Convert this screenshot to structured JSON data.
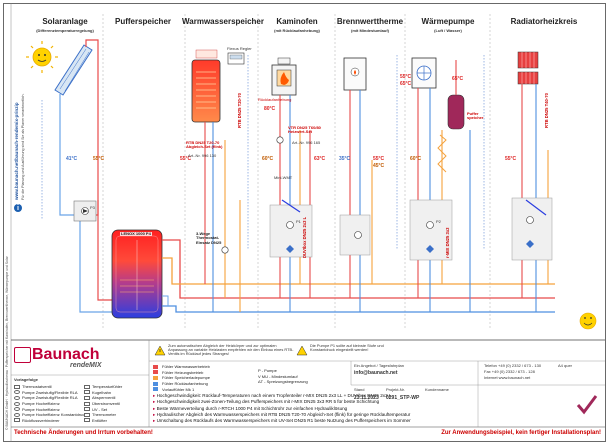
{
  "columns": [
    {
      "title": "Solaranlage",
      "subtitle": "(Differenztemperaturregelung)"
    },
    {
      "title": "Pufferspeicher",
      "subtitle": ""
    },
    {
      "title": "Warmwasserspeicher",
      "subtitle": ""
    },
    {
      "title": "Kaminofen",
      "subtitle": "(mit Rücklaufanhebung)"
    },
    {
      "title": "Brennwerttherme",
      "subtitle": "(mit Mindestumlauf)"
    },
    {
      "title": "Wärmepumpe",
      "subtitle": "(Luft / Wasser)"
    },
    {
      "title": "Radiatorheizkreis",
      "subtitle": ""
    }
  ],
  "website": "www.baunach.net/baunach-rendemix-prinzip",
  "vertical_note": "Für die Planung und Ausführung sind Sie als Planer verantwortlich.",
  "temps": {
    "t41": "41°C",
    "t55a": "55°C",
    "t55b": "55°C",
    "t60": "60°C",
    "t80": "80°C",
    "t63": "63°C",
    "t55c": "55°C",
    "t45": "45°C",
    "t35": "35°C",
    "t55d": "55°C",
    "t65a": "65°C",
    "t65b": "65°C",
    "t60b": "60°C",
    "t55e": "55°C"
  },
  "components": {
    "puffer": "LENOX 1000 P4",
    "ww": "RTB DN25 T20-70 Abgleich-Set (flink)",
    "ww_art": "Art.-Nr. 996 130",
    "kamin_vtr": "VTR DN25 T60/80 Heizwert-Set",
    "kamin_art": "Art.-Nr. 996 165",
    "thermo": "3-Wege Thermostat-Einsatz DN25",
    "rtb": "RTB DN25 T40-70",
    "rtb2": "RTB DN25 T20-70",
    "buffer_small": "Puffer speicher",
    "fbh": "Fußboden heizung",
    "regler": "Flexus Regler",
    "ruecklauf": "Rücklaufanhebung",
    "mini_r": "r-MIX DN25 3x3",
    "duvi": "DUVIbox DN25 2x3 L",
    "mini_a": "Mini-WMT",
    "p1": "P1",
    "p2": "P2",
    "p3": "P3"
  },
  "brand": {
    "name": "Baunach",
    "sub": "rendeMIX"
  },
  "info": {
    "top": "Zum automatischen Abgleich der Heizkörper und zur optimalen Anpassung an variable Heizlasten empfehlen wir den Einbau eines RTB-Ventils im Rücklauf jedes Stranges!",
    "right": "Die Pumpe P1 sollte auf kleinste Stufe und Konstantdruck eingestellt werden!"
  },
  "legend_left": [
    "Fühler Warmwasserbetrieb",
    "Fühler Heizungsbetrieb",
    "Fühler Speicherladepumpe",
    "Fühler Rücklaufanhebung",
    "Vorlauffühler Mk 1"
  ],
  "legend_right": [
    "P - Pumpe",
    "V MU - Mindestumlauf",
    "ΔT - Spreizungsbegrenzung"
  ],
  "notes": [
    "Hochgeschwindigkeit: Rücklauf-Temperaturen nach einem Tropfenteiler r-MIX DN25 2x3 LL + DUVIbox DN25 2x3 L",
    "Hochgeschwindigkeit zwei-Zonen-Teilung des Pufferspeichers mit r-MIX DN25 3x3 RR 5 für beste Schichtung",
    "Beste Wärmeverteilung durch r-RTCH 1000 P4 mit Schichtrohr zur einfachen Hydrauliklösung",
    "Hydraulischer Abgleich des Warmwasserspeichers mit RTB DN25 T20-70 Abgleich-Set (flink) für geringe Rücklauftemperatur",
    "Umschaltung des Rücklaufs des Warmwasserspeichers mit UV-Set DN25 R1 beste Nutzung des Pufferspeichers im Sommer"
  ],
  "legend_bottom": [
    "Thermostatventil",
    "Pumpe Zweistufig/Flexible RLA",
    "Pumpe Zweistufig/Flexible RLA",
    "Pumpe Hocheffizienz",
    "Pumpe Hocheffizienz",
    "Pumpe Hocheffizienz Konstantdruck",
    "Rückflussverhinderer"
  ],
  "legend_bottom2": [
    "Temperaturfühler",
    "Kugelhahn",
    "Absperrventil",
    "Überstromventil",
    "UV - Set",
    "Thermometer",
    "Entlüfter"
  ],
  "small_head": "Vorlagefolge",
  "title_block": {
    "l1": "Ein Angebot / Tagesfahrplan",
    "mail": "info@baunach.net",
    "label_stand": "Stand",
    "label_proj": "Projekt-Nr.",
    "label_kunde": "Kundenname",
    "date": "23.11.2023",
    "proj": "0291_STP-WP",
    "tel": "Telefon +49 (0) 2332 / 673 - 130",
    "fax": "Fax +49 (0) 2332 / 673 - 128",
    "web": "Internet www.baunach.net",
    "fmt": "A4 quer"
  },
  "footer_left": "Technische Änderungen und Irrtum vorbehalten!",
  "footer_right": "Zur Anwendungsbeispiel, kein fertiger Installationsplan!",
  "left_strip": "© BAUNACH GmbH · Hydraulikschema · Pufferspeicher mit Kaminofen, Brennwerttherme, Wärmepumpe und Solar"
}
